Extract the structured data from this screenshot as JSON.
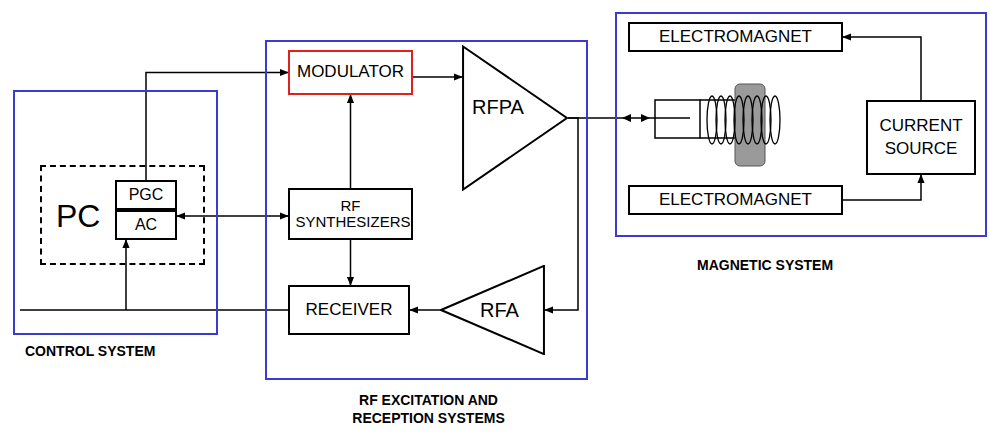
{
  "diagram": {
    "nodes": [
      {
        "text": [
          "CONTROL SYSTEM"
        ]
      },
      {
        "text": [
          "PC"
        ],
        "in": 0
      },
      {
        "text": [
          "PGC"
        ],
        "in": 1
      },
      {
        "text": [
          "AC"
        ],
        "in": 1
      },
      {
        "text": [
          "RF EXCITATION AND RECEPTION SYSTEMS"
        ]
      },
      {
        "text": [
          "MODULATOR"
        ],
        "in": 4
      },
      {
        "text": [
          "RFPA"
        ],
        "in": 4
      },
      {
        "text": [
          "RF SYNTHESIZERS"
        ],
        "in": 4
      },
      {
        "text": [
          "RECEIVER"
        ],
        "in": 4
      },
      {
        "text": [
          "RFA"
        ],
        "in": 4
      },
      {
        "text": [
          "MAGNETIC SYSTEM"
        ]
      },
      {
        "text": [
          "ELECTROMAGNET"
        ],
        "in": 10
      },
      {
        "text": [
          "ELECTROMAGNET"
        ],
        "in": 10
      },
      {
        "text": [
          "CURRENT SOURCE"
        ],
        "in": 10
      }
    ],
    "edges": [
      {
        "from": 2,
        "to": 5,
        "arrow": "to"
      },
      {
        "from": 3,
        "to": 7,
        "arrow": "both"
      },
      {
        "from": 7,
        "to": 5,
        "arrow": "to"
      },
      {
        "from": 7,
        "to": 8,
        "arrow": "to"
      },
      {
        "from": 5,
        "to": 6,
        "arrow": "to"
      },
      {
        "from": 6,
        "to": 9,
        "arrow": "to"
      },
      {
        "from": 9,
        "to": 8,
        "arrow": "to"
      },
      {
        "from": 8,
        "to": 3,
        "arrow": "to"
      },
      {
        "from": 13,
        "to": 11,
        "arrow": "to"
      },
      {
        "from": 12,
        "to": 13,
        "arrow": "to"
      }
    ]
  }
}
